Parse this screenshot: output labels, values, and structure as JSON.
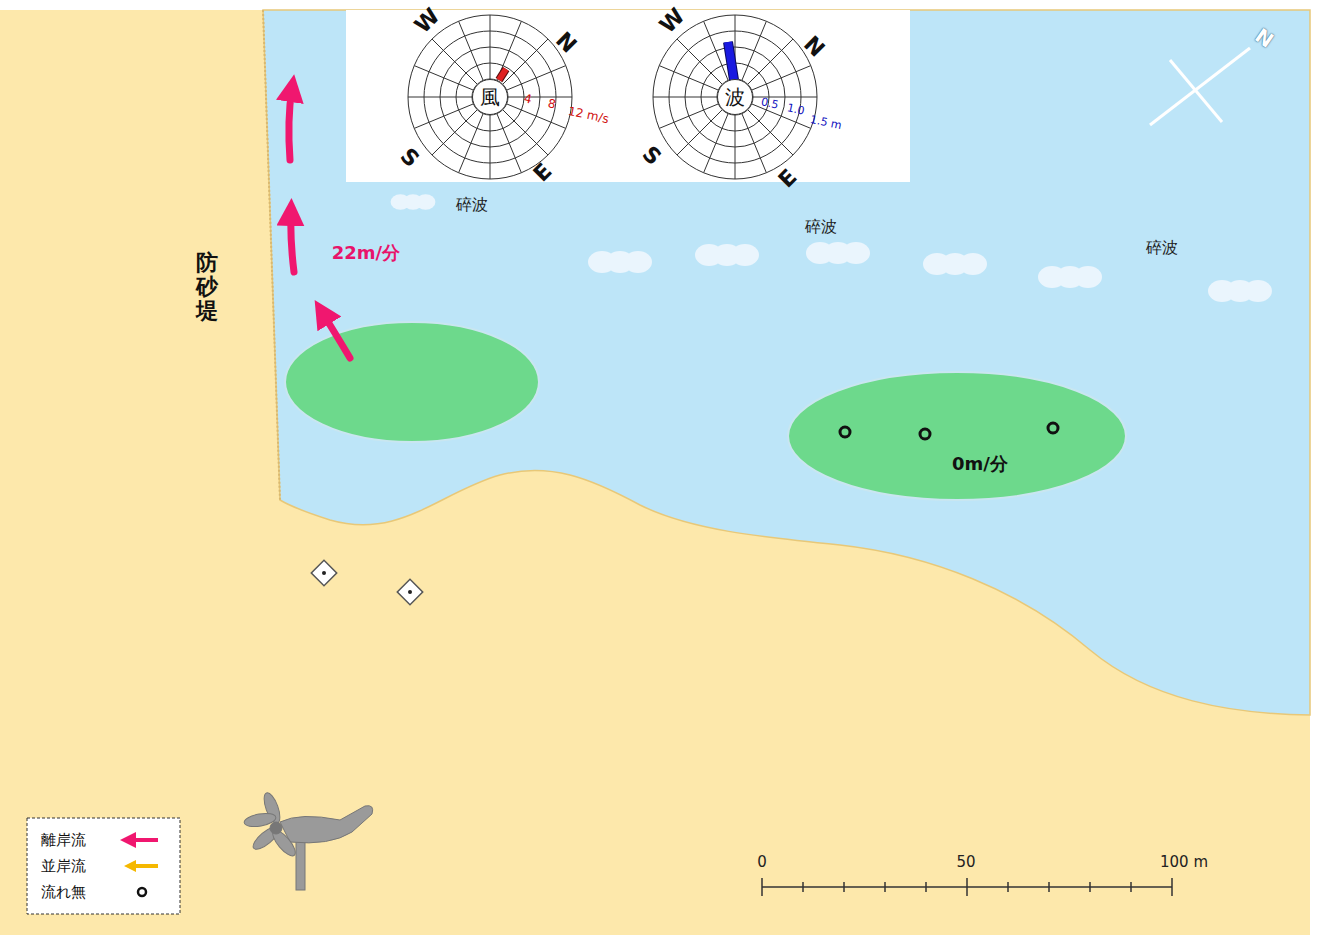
{
  "diagram": {
    "nodes": [
      {
        "text": [
          "風"
        ]
      },
      {
        "text": [
          "波"
        ]
      },
      {
        "text": [
          "0m/分"
        ]
      }
    ],
    "labels": [
      "W",
      "N",
      "S",
      "E",
      "4",
      "8",
      "12 m/s",
      "W",
      "N",
      "S",
      "E",
      "0.5",
      "1.0",
      "1.5 m",
      "N",
      "碎波",
      "碎波",
      "碎波",
      "22m/分",
      "防砂堤",
      "0",
      "50",
      "100 m"
    ],
    "legend": [
      {
        "text": "離岸流"
      },
      {
        "text": "並岸流"
      },
      {
        "text": "流れ無"
      }
    ]
  }
}
